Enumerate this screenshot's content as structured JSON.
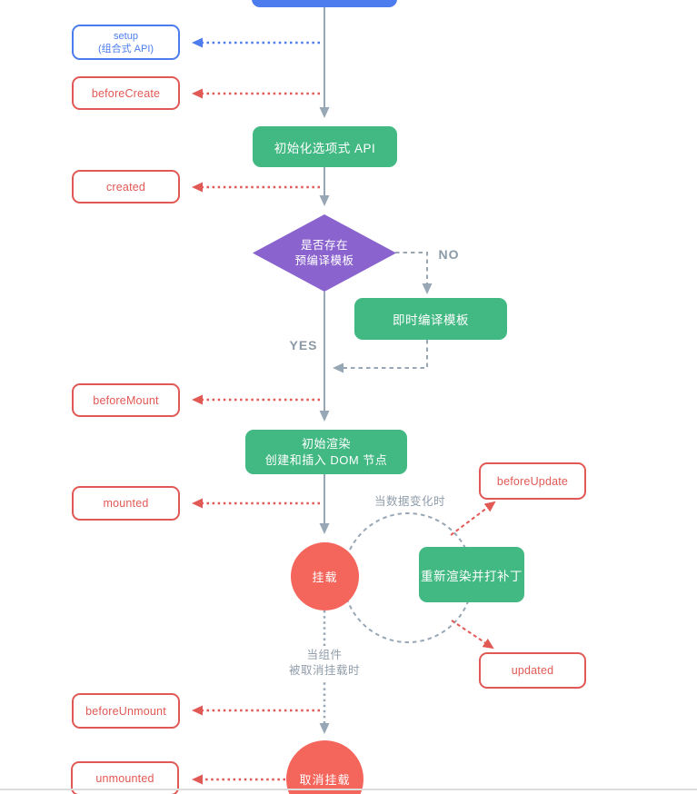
{
  "diagram": {
    "nodes": {
      "setup": {
        "line1": "setup",
        "line2": "(组合式 API)"
      },
      "before_create": {
        "label": "beforeCreate"
      },
      "init_options": {
        "label": "初始化选项式 API"
      },
      "created": {
        "label": "created"
      },
      "has_template": {
        "line1": "是否存在",
        "line2": "预编译模板"
      },
      "compile": {
        "label": "即时编译模板"
      },
      "before_mount": {
        "label": "beforeMount"
      },
      "initial_render": {
        "line1": "初始渲染",
        "line2": "创建和插入 DOM 节点"
      },
      "mounted": {
        "label": "mounted"
      },
      "mount_state": {
        "label": "挂载"
      },
      "rerender": {
        "label": "重新渲染并打补丁"
      },
      "before_update": {
        "label": "beforeUpdate"
      },
      "updated": {
        "label": "updated"
      },
      "before_unmount": {
        "label": "beforeUnmount"
      },
      "unmount_state": {
        "label": "取消挂载"
      },
      "unmounted": {
        "label": "unmounted"
      }
    },
    "edge_labels": {
      "no": "NO",
      "yes": "YES",
      "on_data_change": "当数据变化时",
      "on_unmount_line1": "当组件",
      "on_unmount_line2": "被取消挂载时"
    },
    "colors": {
      "blue": "#4d7cef",
      "green": "#42b983",
      "purple": "#8a63cf",
      "red": "#e15955",
      "coral": "#f4655c",
      "line_gray": "#98a7b5",
      "label_gray": "#909daa"
    }
  }
}
